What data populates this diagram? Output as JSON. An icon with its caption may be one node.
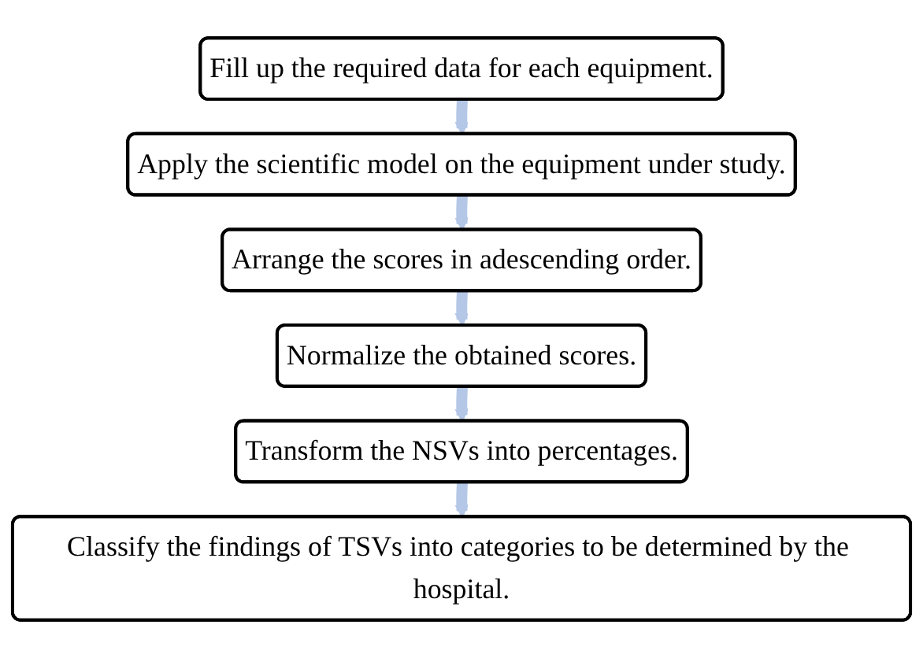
{
  "diagram": {
    "nodes": [
      {
        "text": [
          "Fill up the required data for each equipment."
        ]
      },
      {
        "text": [
          "Apply the scientific model on the equipment under study."
        ]
      },
      {
        "text": [
          "Arrange the scores in adescending order."
        ]
      },
      {
        "text": [
          "Normalize the obtained scores."
        ]
      },
      {
        "text": [
          "Transform the NSVs into percentages."
        ]
      },
      {
        "text": [
          "Classify the findings of TSVs into categories to be determined by the hospital."
        ]
      }
    ],
    "edges": [
      {
        "from": 0,
        "to": 1,
        "arrow": "to"
      },
      {
        "from": 1,
        "to": 2,
        "arrow": "to"
      },
      {
        "from": 2,
        "to": 3,
        "arrow": "to"
      },
      {
        "from": 3,
        "to": 4,
        "arrow": "to"
      },
      {
        "from": 4,
        "to": 5,
        "arrow": "to"
      }
    ]
  }
}
